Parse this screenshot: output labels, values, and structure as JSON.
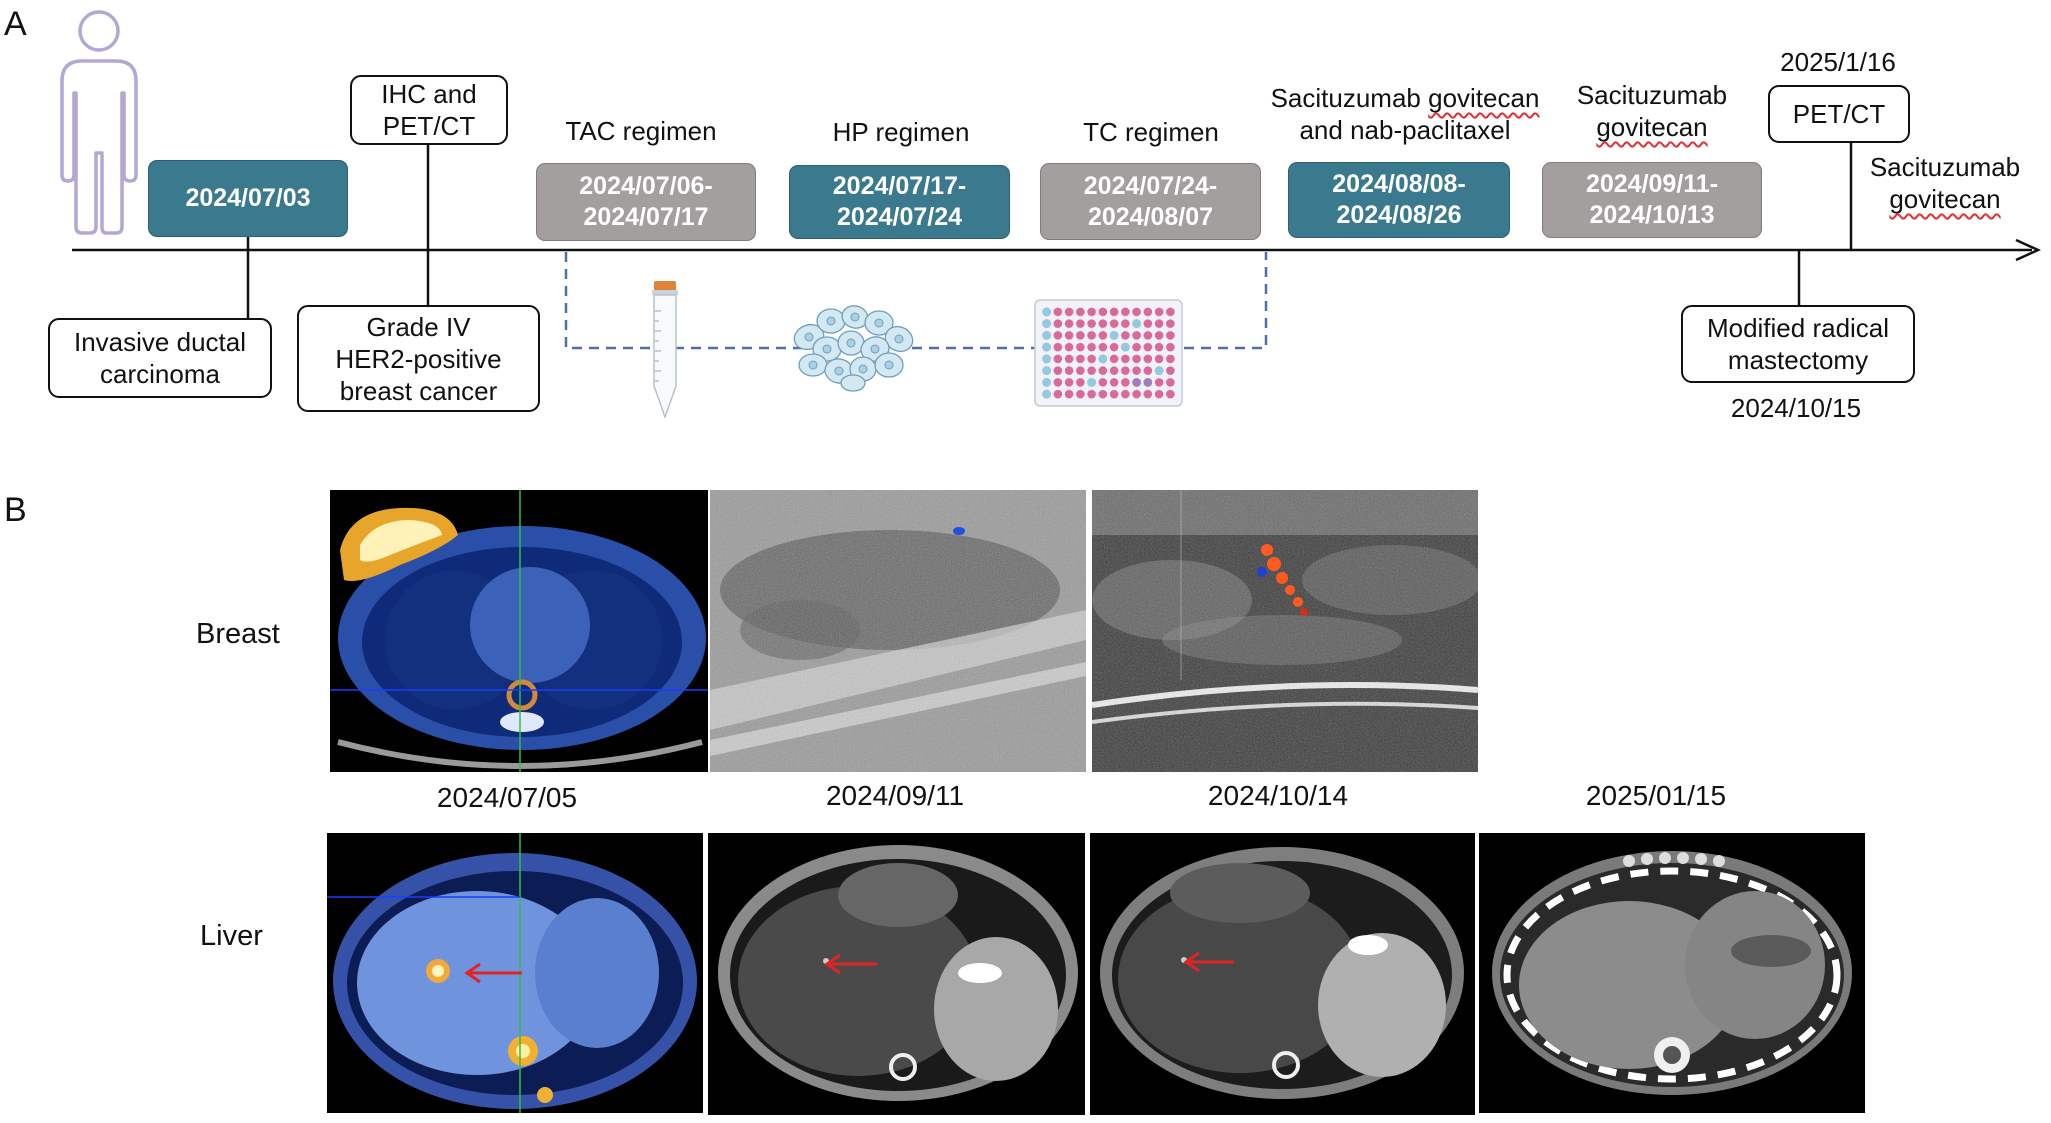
{
  "panel_a": {
    "label": "A",
    "diagnosis": {
      "date": "2024/07/03",
      "color": "teal",
      "finding": [
        "Invasive ductal",
        "carcinoma"
      ]
    },
    "workup": {
      "exam": [
        "IHC and",
        "PET/CT"
      ],
      "result": [
        "Grade IV",
        "HER2-positive",
        "breast cancer"
      ]
    },
    "regimens": [
      {
        "name": "TAC regimen",
        "dates": [
          "2024/07/06-",
          "2024/07/17"
        ],
        "color": "gray"
      },
      {
        "name": "HP regimen",
        "dates": [
          "2024/07/17-",
          "2024/07/24"
        ],
        "color": "teal"
      },
      {
        "name": "TC regimen",
        "dates": [
          "2024/07/24-",
          "2024/08/07"
        ],
        "color": "gray"
      },
      {
        "name_line1": [
          "Sacituzumab",
          "govitecan"
        ],
        "name_line2": "and nab-paclitaxel",
        "dates": [
          "2024/08/08-",
          "2024/08/26"
        ],
        "color": "teal"
      },
      {
        "name": [
          "Sacituzumab",
          "govitecan"
        ],
        "dates": [
          "2024/09/11-",
          "2024/10/13"
        ],
        "color": "gray"
      }
    ],
    "surgery": {
      "name": [
        "Modified radical",
        "mastectomy"
      ],
      "date": "2024/10/15"
    },
    "follow_up": {
      "date": "2025/1/16",
      "exam": "PET/CT",
      "treatment": [
        "Sacituzumab",
        "govitecan"
      ]
    },
    "icons": [
      "person-icon",
      "sample-tube-icon",
      "tumor-cells-icon",
      "well-plate-icon"
    ]
  },
  "panel_b": {
    "label": "B",
    "rows": [
      "Breast",
      "Liver"
    ],
    "dates": [
      "2024/07/05",
      "2024/09/11",
      "2024/10/14",
      "2025/01/15"
    ],
    "icons": [
      "red-arrow-icon"
    ]
  },
  "colors": {
    "teal": "#3b7a8e",
    "gray": "#a39f9e",
    "dashed_line": "#4a6fb5",
    "person": "#b4a7d6",
    "arrow": "#e02424",
    "timeline": "#111111"
  }
}
